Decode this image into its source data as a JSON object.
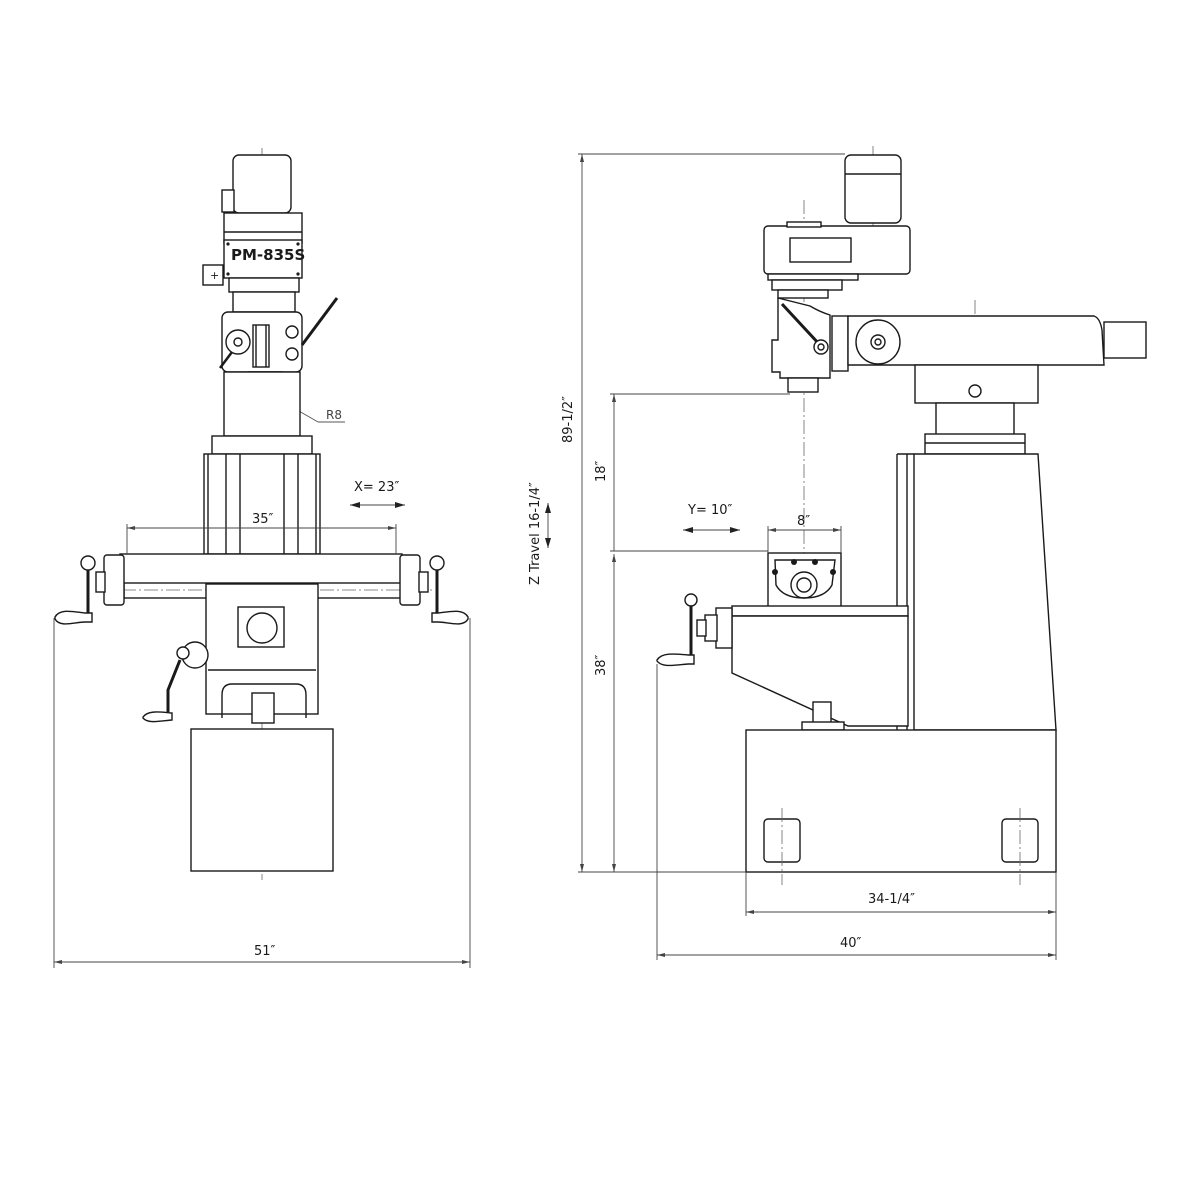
{
  "drawing": {
    "model_plate": "PM-835S",
    "spindle_taper_label": "R8",
    "colors": {
      "line": "#1a1a1a",
      "dimension": "#444444",
      "background": "#ffffff"
    }
  },
  "front_view": {
    "x_travel_label": "X= 23″",
    "table_length_label": "35″",
    "overall_width_label": "51″"
  },
  "side_view": {
    "overall_height_label": "89-1/2″",
    "z_travel_label": "Z Travel 16-1/4″",
    "spindle_to_table_label": "18″",
    "table_height_label": "38″",
    "y_travel_label": "Y= 10″",
    "table_width_label": "8″",
    "base_depth_label": "34-1/4″",
    "overall_depth_label": "40″"
  }
}
